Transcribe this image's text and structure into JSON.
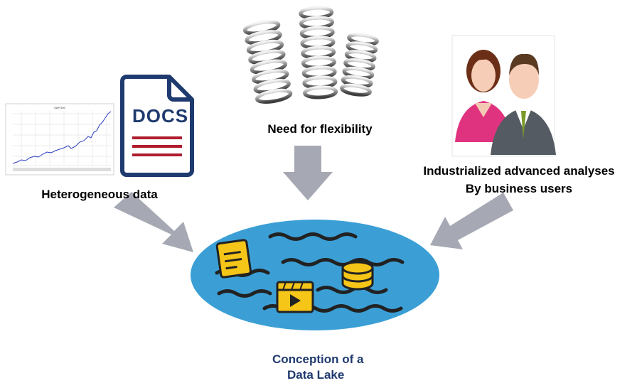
{
  "sources": {
    "heterogeneous": {
      "label": "Heterogeneous data",
      "chart_title": "S&P 500",
      "docs_text": "DOCS"
    },
    "flexibility": {
      "label": "Need for flexibility"
    },
    "analyses": {
      "line1": "Industrialized advanced analyses",
      "line2": "By business users"
    }
  },
  "lake": {
    "line1": "Conception of a",
    "line2": "Data Lake"
  },
  "colors": {
    "lake": "#3b9fd6",
    "arrow": "#a6a9b3",
    "docs_navy": "#1f3a6e",
    "docs_red": "#b01c2e",
    "icon_yellow": "#f5c518",
    "wave": "#222222"
  }
}
